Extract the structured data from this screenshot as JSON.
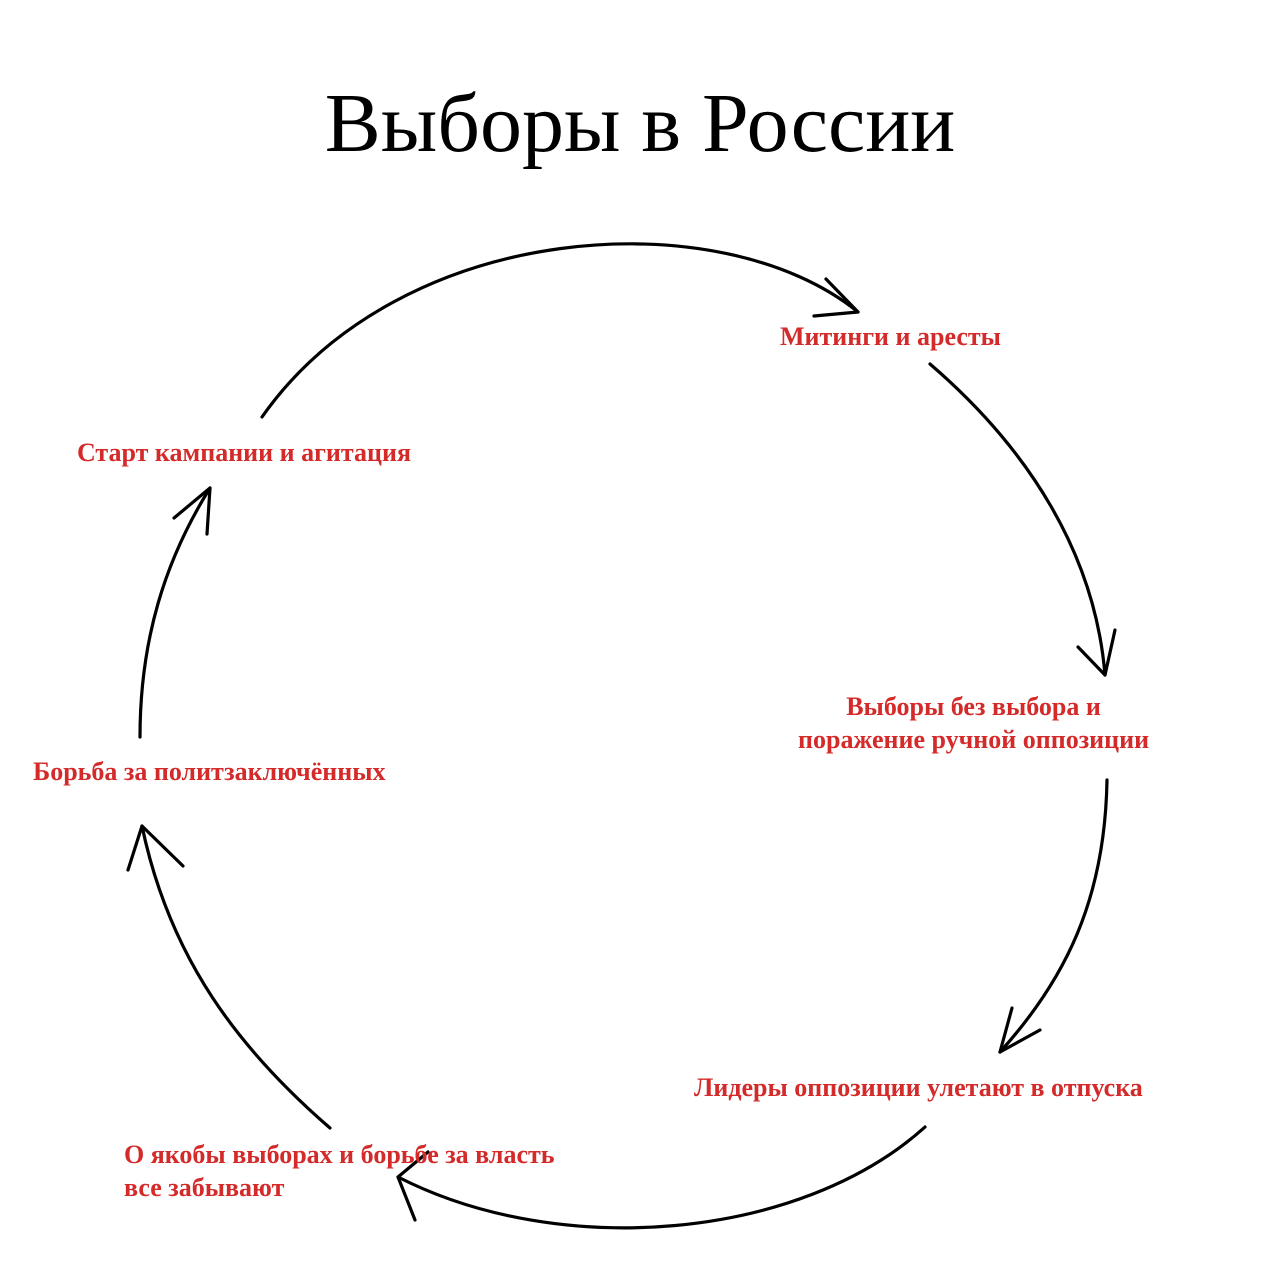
{
  "title": "Выборы в России",
  "colors": {
    "label": "#d42a2a",
    "arrow": "#000000",
    "background": "#ffffff"
  },
  "stages": [
    {
      "id": "rallies",
      "lines": [
        "Митинги и аресты"
      ]
    },
    {
      "id": "elections",
      "lines": [
        "Выборы без выбора и",
        "поражение ручной оппозиции"
      ]
    },
    {
      "id": "vacation",
      "lines": [
        "Лидеры оппозиции улетают в отпуска"
      ]
    },
    {
      "id": "forget",
      "lines": [
        "О якобы выборах и борьбе за власть",
        "все забывают"
      ]
    },
    {
      "id": "prisoners",
      "lines": [
        "Борьба за политзаключённых"
      ]
    },
    {
      "id": "campaign",
      "lines": [
        "Старт кампании и агитация"
      ]
    }
  ]
}
